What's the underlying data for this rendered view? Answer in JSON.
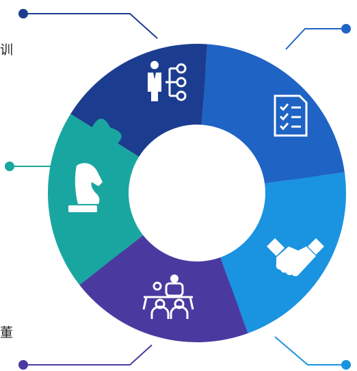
{
  "colors": {
    "navy": "#1c3d8f",
    "royal_blue": "#1f63c4",
    "sky_blue": "#1a93e0",
    "purple": "#4a3aa0",
    "teal": "#1aa6a0",
    "connector_dot": "#1c3d8f"
  },
  "segments": [
    {
      "id": "top",
      "color": "navy",
      "icon": "org-structure-icon"
    },
    {
      "id": "upper-right",
      "color": "royal_blue",
      "icon": "checklist-document-icon"
    },
    {
      "id": "lower-right",
      "color": "sky_blue",
      "icon": "handshake-icon"
    },
    {
      "id": "bottom",
      "color": "purple",
      "icon": "meeting-board-icon"
    },
    {
      "id": "left",
      "color": "teal",
      "icon": "chess-knight-icon"
    }
  ],
  "labels": {
    "top_left_fragment": "训",
    "bottom_left_fragment": "董"
  }
}
